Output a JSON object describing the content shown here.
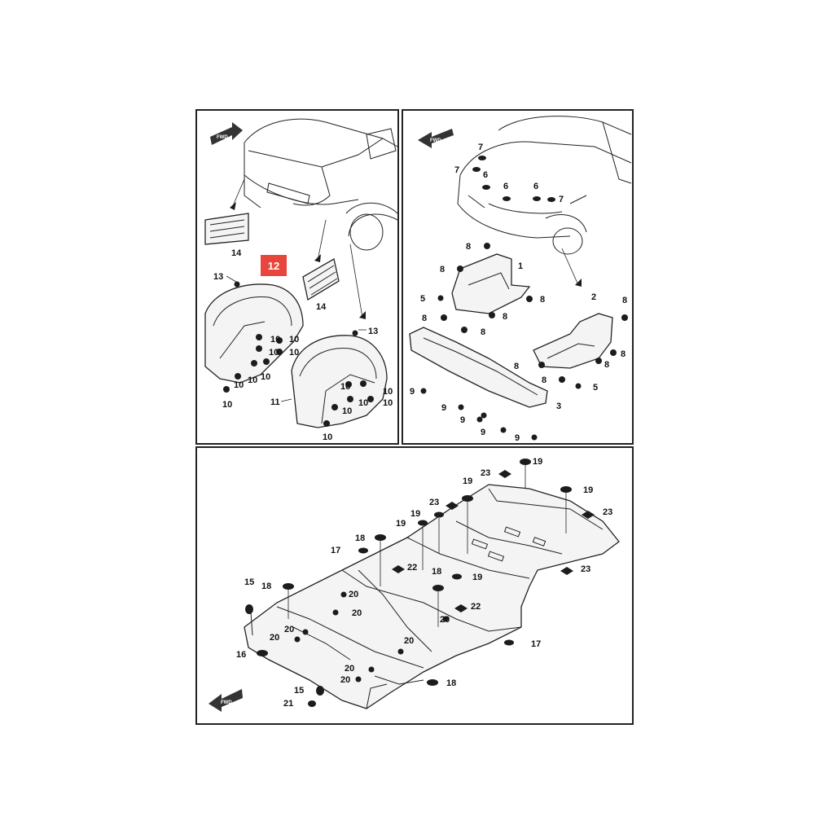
{
  "highlight": {
    "label": "12",
    "color": "#e8453c"
  },
  "fwd_text": "FWD",
  "panel_rear": {
    "labels": [
      "14",
      "14",
      "13",
      "13",
      "11",
      "10",
      "10",
      "10",
      "10",
      "10",
      "10",
      "10",
      "10",
      "10",
      "10",
      "10",
      "10",
      "10",
      "10"
    ]
  },
  "panel_front": {
    "labels": [
      "7",
      "7",
      "6",
      "6",
      "6",
      "7",
      "8",
      "1",
      "8",
      "5",
      "8",
      "8",
      "8",
      "8",
      "8",
      "2",
      "8",
      "8",
      "8",
      "8",
      "5",
      "3",
      "9",
      "9",
      "9",
      "9",
      "9"
    ]
  },
  "panel_floor": {
    "labels": [
      "19",
      "23",
      "19",
      "19",
      "23",
      "23",
      "19",
      "19",
      "18",
      "17",
      "22",
      "18",
      "19",
      "23",
      "15",
      "18",
      "20",
      "20",
      "22",
      "20",
      "20",
      "20",
      "17",
      "16",
      "20",
      "20",
      "18",
      "15",
      "21"
    ]
  }
}
